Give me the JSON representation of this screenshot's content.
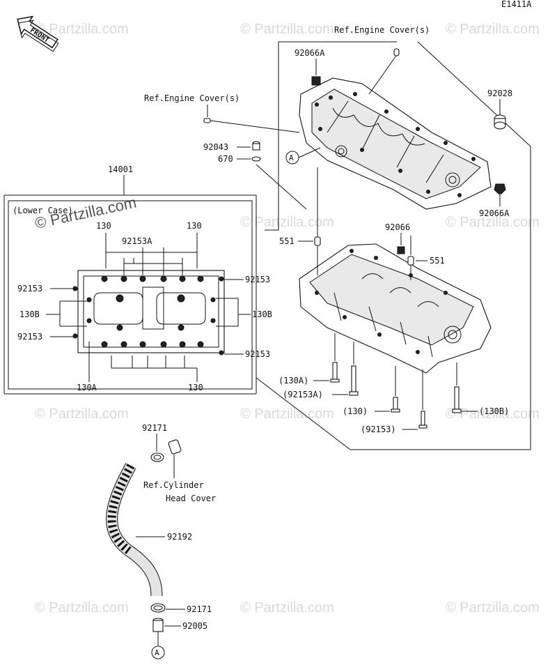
{
  "diagram_code": "E1411A",
  "front_label": "FRONT",
  "watermark": "© Partzilla.com",
  "callouts": {
    "ref_engine_cover_top": "Ref.Engine Cover(s)",
    "ref_engine_cover_mid": "Ref.Engine Cover(s)",
    "p92066A_top": "92066A",
    "p92028": "92028",
    "p92043": "92043",
    "p670": "670",
    "p14001": "14001",
    "circle_a_mid": "A",
    "p92066A_right": "92066A",
    "p92066": "92066",
    "p551_left": "551",
    "p551_right": "551",
    "lower_case": "(Lower Case)",
    "p130_tl": "130",
    "p130_tr": "130",
    "p92153A": "92153A",
    "p92153_l1": "92153",
    "p92153_r1": "92153",
    "p130B_l": "130B",
    "p130B_r": "130B",
    "p92153_l2": "92153",
    "p92153_r2": "92153",
    "p130A_b": "130A",
    "p130_b": "130",
    "p130A_paren": "(130A)",
    "p92153A_paren": "(92153A)",
    "p130_paren": "(130)",
    "p130B_paren": "(130B)",
    "p92153_paren": "(92153)",
    "p92171_top": "92171",
    "ref_cyl_head_1": "Ref.Cylinder",
    "ref_cyl_head_2": "Head Cover",
    "p92192": "92192",
    "p92171_bot": "92171",
    "p92005": "92005",
    "circle_a_bot": "A"
  }
}
